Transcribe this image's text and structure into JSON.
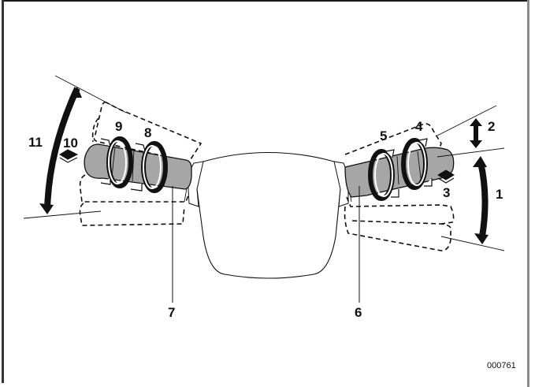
{
  "figure": {
    "id": "000761",
    "subject": "steering wheel adjustment and column switch levers",
    "colors": {
      "lever": "#a6a6a6",
      "outline": "#111111",
      "background": "#ffffff",
      "frame_dark": "#1a1a1a",
      "frame_right": "#8a8a8a"
    }
  },
  "callouts": {
    "c1": "1",
    "c2": "2",
    "c3": "3",
    "c4": "4",
    "c5": "5",
    "c6": "6",
    "c7": "7",
    "c8": "8",
    "c9": "9",
    "c10": "10",
    "c11": "11"
  }
}
